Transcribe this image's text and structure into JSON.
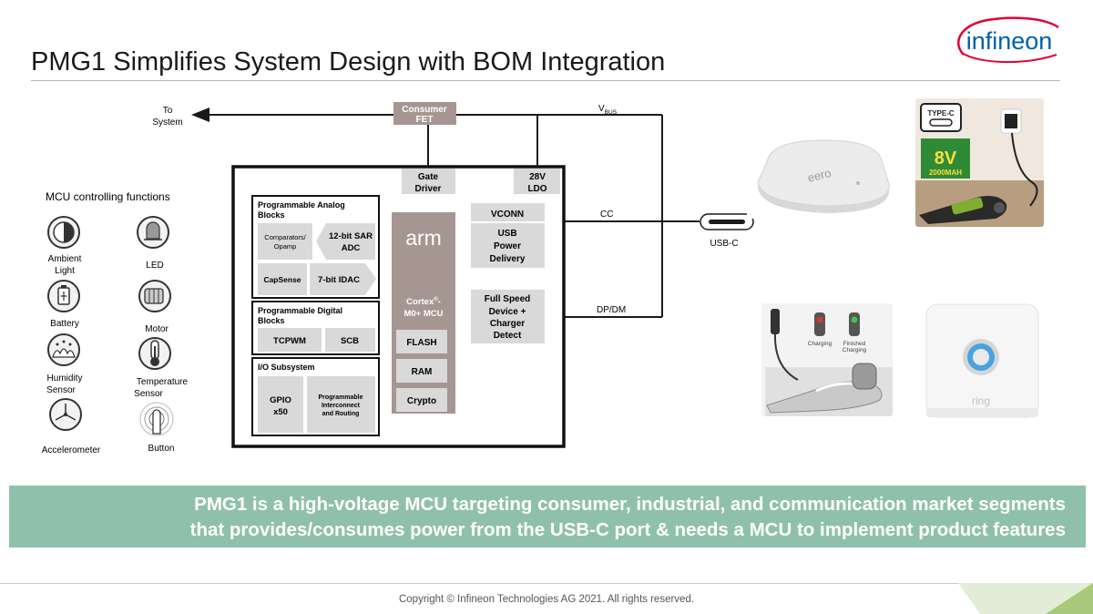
{
  "slide": {
    "title": "PMG1 Simplifies System Design with BOM Integration",
    "logo_text": "infineon",
    "copyright": "Copyright © Infineon Technologies AG 2021. All rights reserved."
  },
  "diagram": {
    "to_system": [
      "To",
      "System"
    ],
    "consumer_fet": [
      "Consumer",
      "FET"
    ],
    "vbus": "V",
    "vbus_sub": "BUS",
    "gate_driver": [
      "Gate",
      "Driver"
    ],
    "ldo": [
      "28V",
      "LDO"
    ],
    "analog_title": [
      "Programmable Analog",
      "Blocks"
    ],
    "comparators": [
      "Comparators/",
      "Opamp"
    ],
    "sar_adc": [
      "12-bit SAR",
      "ADC"
    ],
    "capsense": "CapSense",
    "idac": "7-bit IDAC",
    "digital_title": [
      "Programmable Digital",
      "Blocks"
    ],
    "tcpwm": "TCPWM",
    "scb": "SCB",
    "io_title": "I/O Subsystem",
    "gpio": [
      "GPIO",
      "x50"
    ],
    "interconnect": [
      "Programmable",
      "Interconnect",
      "and Routing"
    ],
    "arm": "arm",
    "cortex": [
      "Cortex",
      "®",
      "-",
      "M0+ MCU"
    ],
    "flash": "FLASH",
    "ram": "RAM",
    "crypto": "Crypto",
    "vconn": "VCONN",
    "usb_pd": [
      "USB",
      "Power",
      "Delivery"
    ],
    "full_speed": [
      "Full Speed",
      "Device +",
      "Charger",
      "Detect"
    ],
    "cc": "CC",
    "dpdm": "DP/DM",
    "usb_c": "USB-C"
  },
  "mcu_functions": {
    "heading": "MCU controlling functions",
    "items": [
      {
        "label": [
          "Ambient",
          "Light"
        ],
        "icon": "ambient-light-icon"
      },
      {
        "label": [
          "LED"
        ],
        "icon": "led-icon"
      },
      {
        "label": [
          "Battery"
        ],
        "icon": "battery-icon"
      },
      {
        "label": [
          "Motor"
        ],
        "icon": "motor-icon"
      },
      {
        "label": [
          "Humidity",
          "Sensor"
        ],
        "icon": "humidity-sensor-icon"
      },
      {
        "label": [
          "Temperature",
          "Sensor"
        ],
        "icon": "temperature-sensor-icon"
      },
      {
        "label": [
          "Accelerometer"
        ],
        "icon": "accelerometer-icon"
      },
      {
        "label": [
          "Button"
        ],
        "icon": "button-icon"
      }
    ]
  },
  "products": {
    "router_brand": "eero",
    "type_c_badge": "TYPE-C",
    "voltage_badge": "8V",
    "capacity_badge": "2000MAH",
    "vacuum_labels": [
      "Charging",
      [
        "Finished",
        "Charging"
      ]
    ],
    "ring_brand": "ring"
  },
  "banner": {
    "line1": "PMG1 is a high-voltage MCU targeting consumer, industrial, and communication market segments",
    "line2": "that provides/consumes power from the USB-C port & needs a MCU to implement product features"
  },
  "colors": {
    "banner": "#8fc0ac",
    "arm_block": "#a69691",
    "sub_block": "#d9d9d9",
    "logo_red": "#e30034",
    "logo_blue": "#0060a9",
    "corner_green": "#a8c97a"
  }
}
